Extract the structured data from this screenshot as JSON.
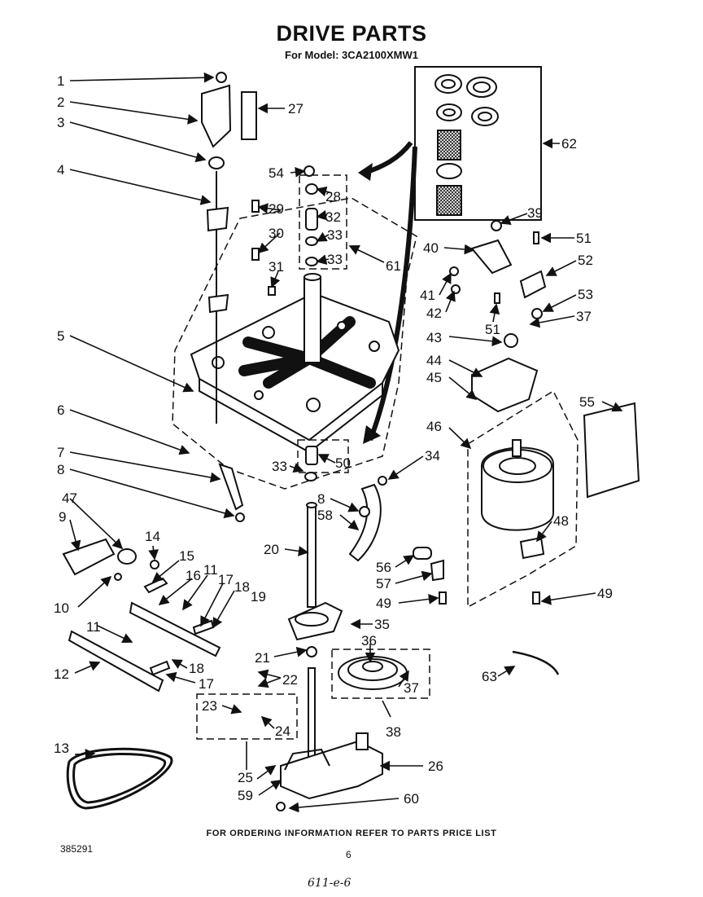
{
  "title": "DRIVE PARTS",
  "subtitle": "For Model: 3CA2100XMW1",
  "footer_note": "FOR ORDERING INFORMATION REFER TO PARTS PRICE LIST",
  "doc_number": "385291",
  "page_number": "6",
  "handwritten_note": "611-e-6",
  "callouts": [
    "1",
    "2",
    "3",
    "4",
    "5",
    "6",
    "7",
    "8",
    "47",
    "9",
    "10",
    "14",
    "15",
    "16",
    "11",
    "17",
    "18",
    "19",
    "11",
    "12",
    "17",
    "18",
    "13",
    "20",
    "21",
    "22",
    "23",
    "24",
    "25",
    "59",
    "60",
    "26",
    "27",
    "54",
    "28",
    "29",
    "30",
    "31",
    "32",
    "33",
    "33",
    "61",
    "62",
    "39",
    "40",
    "41",
    "42",
    "51",
    "51",
    "52",
    "53",
    "37",
    "43",
    "44",
    "45",
    "55",
    "46",
    "33",
    "50",
    "34",
    "8",
    "58",
    "48",
    "56",
    "57",
    "49",
    "49",
    "35",
    "36",
    "37",
    "38",
    "63"
  ]
}
